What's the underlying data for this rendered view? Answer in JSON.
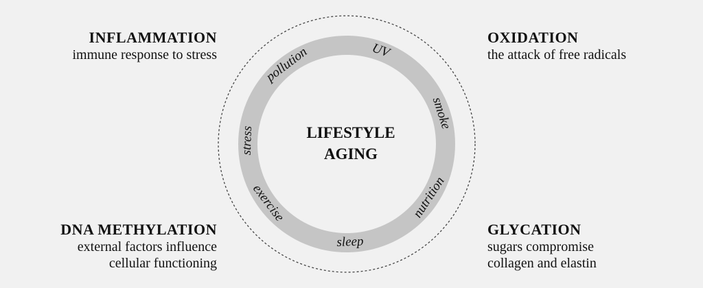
{
  "center": {
    "line1": "LIFESTYLE",
    "line2": "AGING"
  },
  "ring_words": [
    {
      "text": "pollution",
      "angle": -37,
      "flip": false
    },
    {
      "text": "UV",
      "angle": 20,
      "flip": false
    },
    {
      "text": "smoke",
      "angle": 72,
      "flip": false
    },
    {
      "text": "nutrition",
      "angle": 123,
      "flip": true
    },
    {
      "text": "sleep",
      "angle": 178,
      "flip": true
    },
    {
      "text": "exercise",
      "angle": 233,
      "flip": true
    },
    {
      "text": "stress",
      "angle": 272,
      "flip": false
    }
  ],
  "corners": {
    "top_left": {
      "title": "INFLAMMATION",
      "desc": "immune response to stress"
    },
    "top_right": {
      "title": "OXIDATION",
      "desc": "the attack of free radicals"
    },
    "bottom_left": {
      "title": "DNA METHYLATION",
      "desc1": "external factors influence",
      "desc2": "cellular functioning"
    },
    "bottom_right": {
      "title": "GLYCATION",
      "desc1": "sugars compromise",
      "desc2": "collagen and elastin"
    }
  },
  "colors": {
    "background": "#f1f1f1",
    "ring": "#c5c5c5",
    "inner": "#f1f1f1",
    "text": "#111111",
    "dashed": "#444444"
  }
}
